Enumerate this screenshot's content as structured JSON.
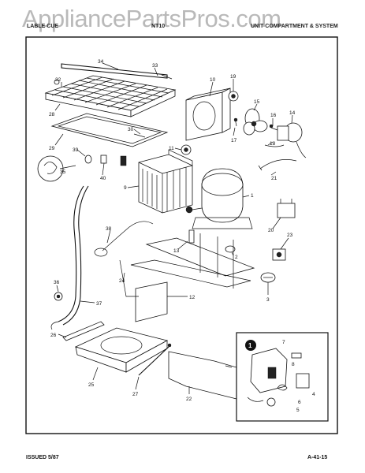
{
  "header": {
    "watermark": "AppliancePartsPros.com",
    "left_text": "LABLE CUE",
    "center_text": "NT10",
    "right_text": "UNIT COMPARTMENT & SYSTEM"
  },
  "footer": {
    "issued": "ISSUED 5/87",
    "page_code": "A-41-15"
  },
  "callouts": [
    "34",
    "33",
    "32",
    "28",
    "10",
    "19",
    "15",
    "16",
    "14",
    "30",
    "29",
    "17",
    "18",
    "39",
    "35",
    "40",
    "11",
    "9",
    "1",
    "21",
    "38",
    "13",
    "20",
    "2",
    "23",
    "24",
    "36",
    "12",
    "3",
    "37",
    "26",
    "25",
    "27",
    "22",
    "7",
    "8",
    "4",
    "6",
    "5"
  ],
  "inset_marker": "1"
}
